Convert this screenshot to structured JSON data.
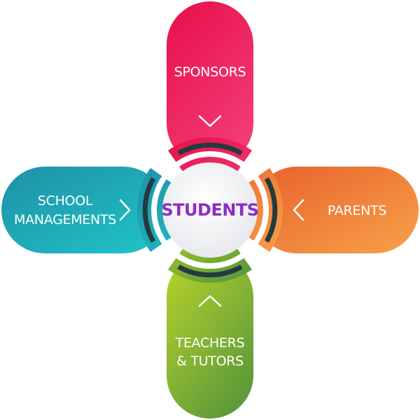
{
  "center": {
    "label": "STUDENTS",
    "text_color": "#8E2CC8"
  },
  "arms": {
    "top": {
      "label_lines": [
        "SPONSORS"
      ],
      "colors": [
        "#E80F4A",
        "#F23A74"
      ],
      "arrow": "chevron-down-icon"
    },
    "right": {
      "label_lines": [
        "PARENTS"
      ],
      "colors": [
        "#E8622B",
        "#F7A14A"
      ],
      "arrow": "chevron-left-icon"
    },
    "bottom": {
      "label_lines": [
        "TEACHERS",
        "& TUTORS"
      ],
      "colors": [
        "#B8D42A",
        "#5E9A3A"
      ],
      "arrow": "chevron-up-icon"
    },
    "left": {
      "label_lines": [
        "SCHOOL",
        "MANAGEMENTS"
      ],
      "colors": [
        "#1F8FA8",
        "#1FC6C6"
      ],
      "arrow": "chevron-right-icon"
    }
  },
  "ring_color": "#233B40"
}
